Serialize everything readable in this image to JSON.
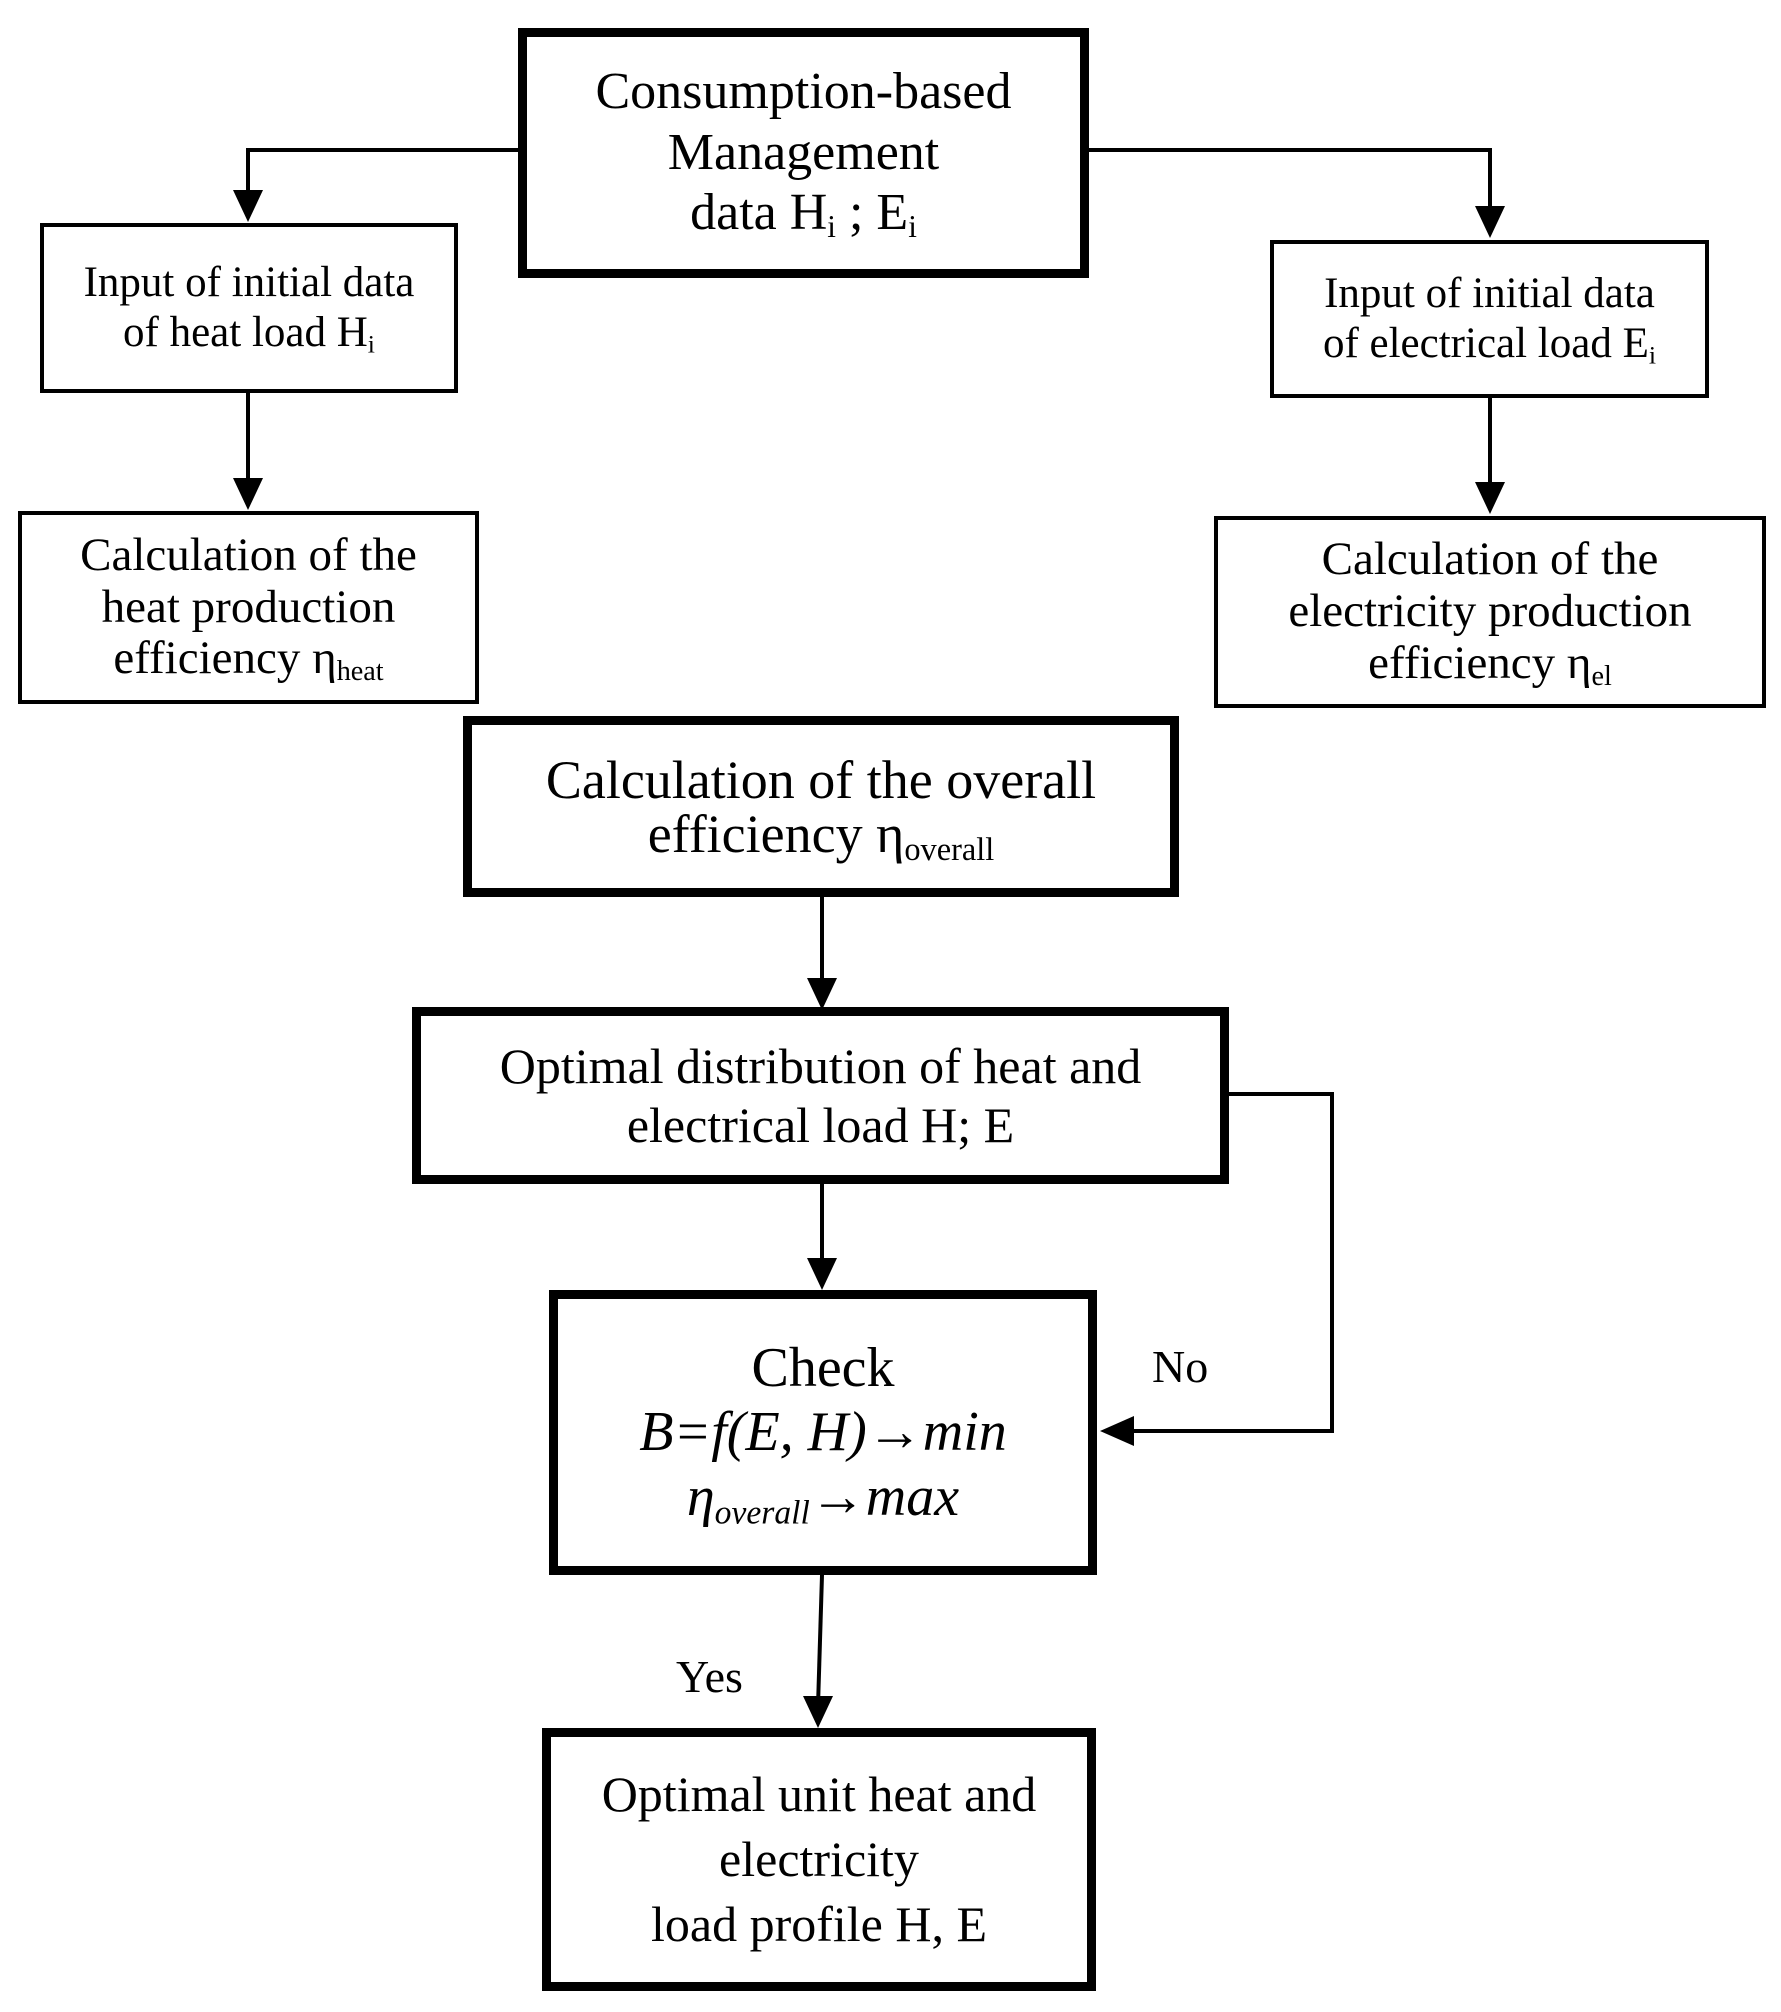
{
  "nodes": {
    "top": {
      "line1": "Consumption-based",
      "line2": "Management",
      "line3_prefix": "data H",
      "sub_i": "i",
      "semicolon": " ; E",
      "sub_i2": "i"
    },
    "heat_input": {
      "line1": "Input of initial data",
      "line2_prefix": "of heat load H",
      "sub": "i"
    },
    "elec_input": {
      "line1": "Input of initial data",
      "line2_prefix": "of electrical load E",
      "sub": "i"
    },
    "heat_eff": {
      "line1": "Calculation  of the",
      "line2": "heat production",
      "line3_prefix": "efficiency   η",
      "sub": "heat"
    },
    "elec_eff": {
      "line1": "Calculation  of the",
      "line2": "electricity  production",
      "line3_prefix": "efficiency   η",
      "sub": "el"
    },
    "overall": {
      "line1": "Calculation of the overall",
      "line2_prefix": "efficiency η",
      "sub": "overall"
    },
    "optimal_dist": {
      "line1": "Optimal distribution of heat and",
      "line2": "electrical load H; E"
    },
    "check": {
      "line1": "Check",
      "line2": "B=f(E, H)→min",
      "line3_prefix": "η",
      "sub": "overall",
      "line3_suffix": "→max"
    },
    "result": {
      "line1": "Optimal unit heat and",
      "line2": "electricity",
      "line3": "load profile H, E"
    }
  },
  "edge_labels": {
    "no": "No",
    "yes": "Yes"
  }
}
